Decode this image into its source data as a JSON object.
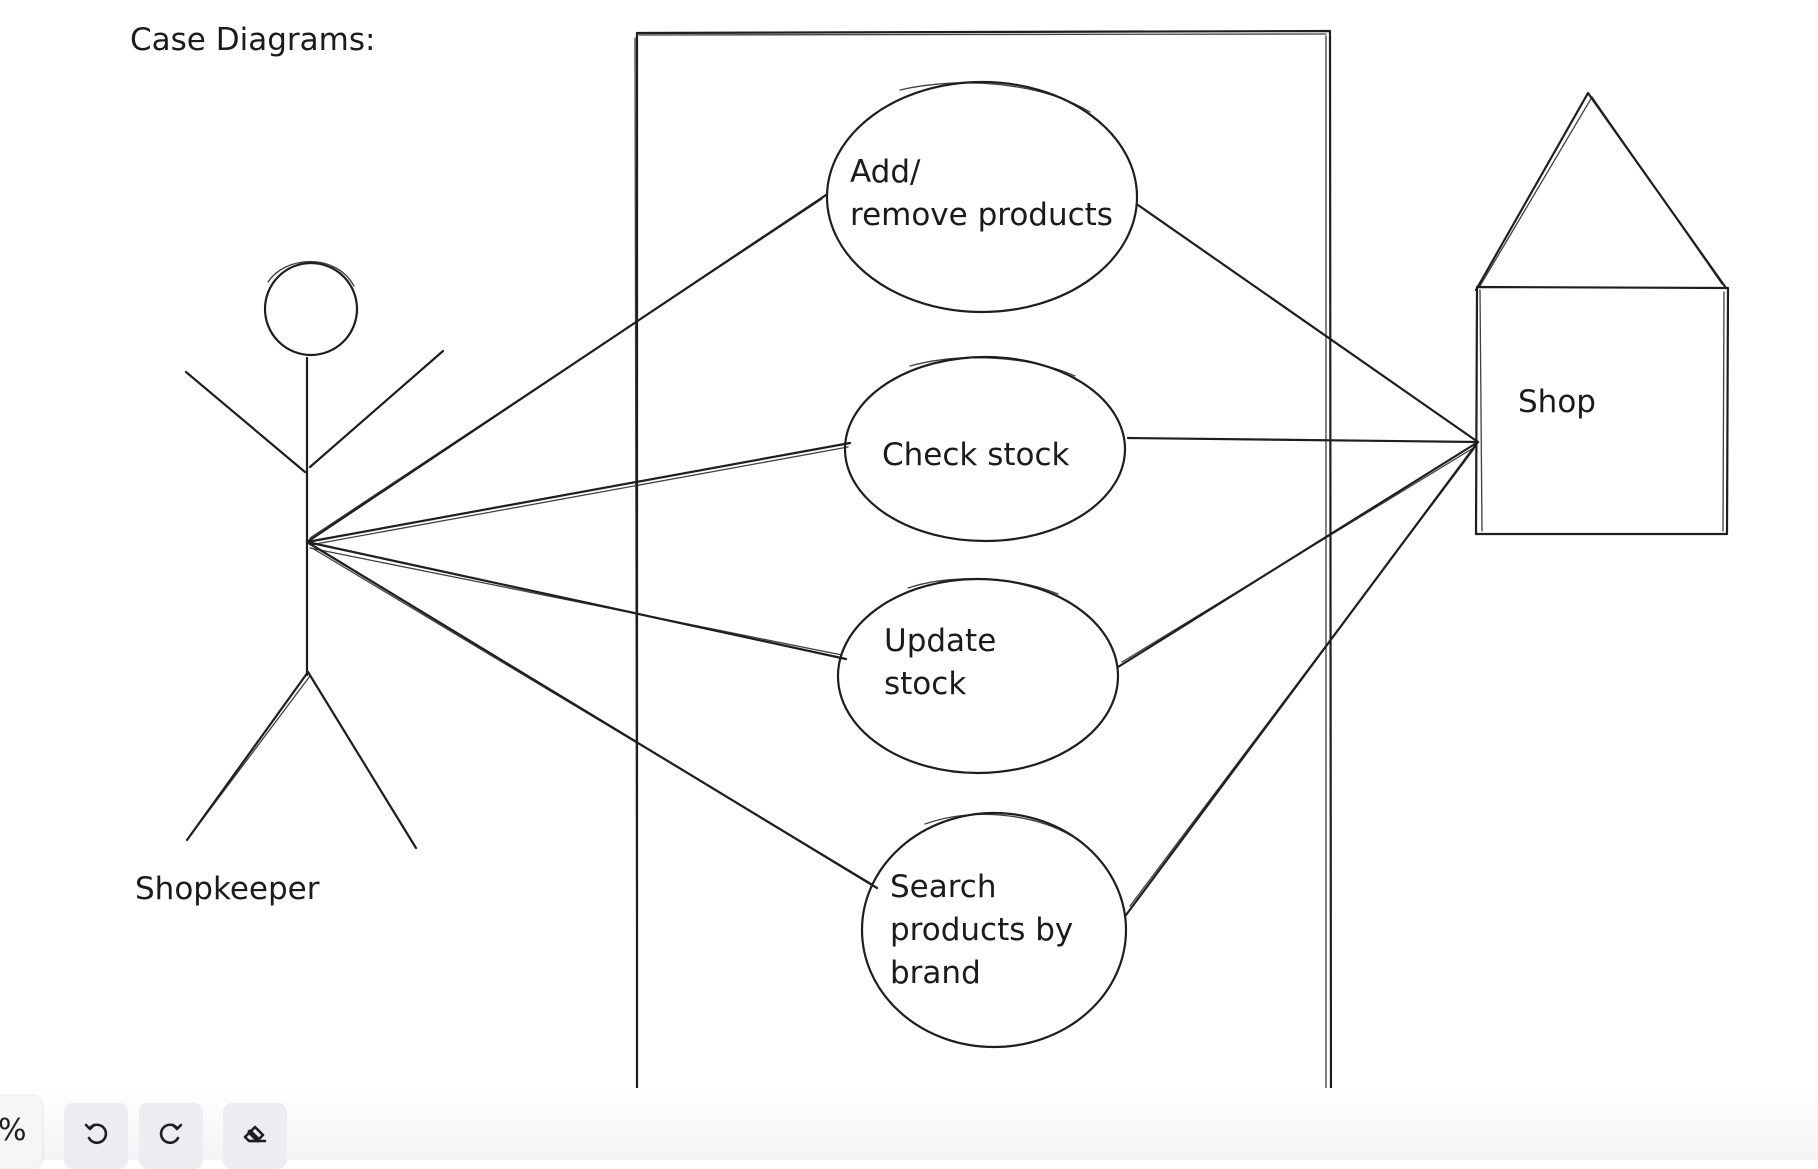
{
  "diagram": {
    "title": "Case Diagrams:",
    "actor": {
      "label": "Shopkeeper"
    },
    "external_system": {
      "label": "Shop"
    },
    "use_cases": [
      {
        "lines": [
          "Add/",
          "remove products"
        ]
      },
      {
        "lines": [
          "Check stock"
        ]
      },
      {
        "lines": [
          "Update",
          "stock"
        ]
      },
      {
        "lines": [
          "Search",
          "products by",
          "brand"
        ]
      }
    ]
  },
  "toolbar": {
    "zoom_label": "%",
    "icons": {
      "undo": "undo-icon",
      "redo": "redo-icon",
      "eraser": "eraser-icon"
    }
  },
  "colors": {
    "stroke": "#1e1e1e",
    "background": "#ffffff",
    "tool_background": "#ececf1"
  }
}
